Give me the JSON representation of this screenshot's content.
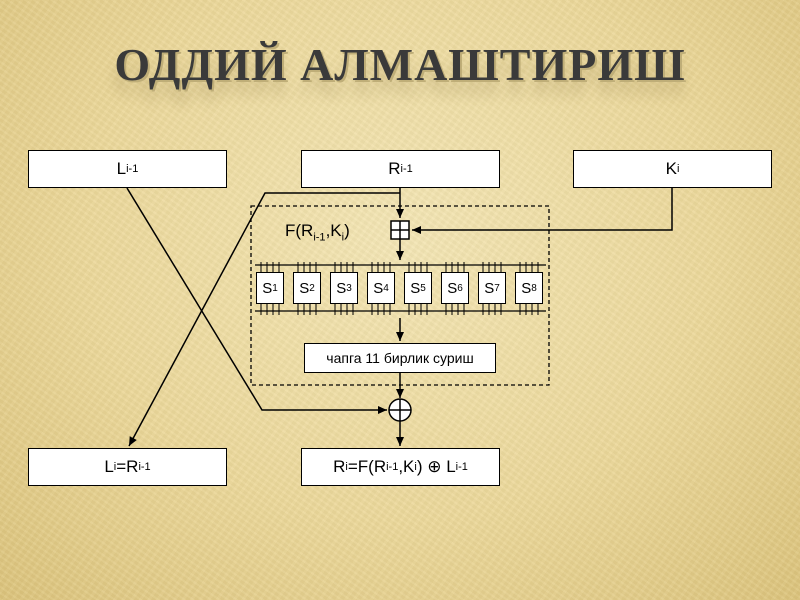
{
  "title": "ОДДИЙ АЛМАШТИРИШ",
  "inputs": {
    "left": {
      "main": "L",
      "sub": "i-1"
    },
    "right": {
      "main": "R",
      "sub": "i-1"
    },
    "key": {
      "main": "K",
      "sub": "i"
    }
  },
  "function_label": {
    "a": "F(R",
    "a_sub": "i-1",
    "b": ",K",
    "b_sub": "i",
    "c": ")"
  },
  "sboxes": [
    {
      "main": "S",
      "sub": "1"
    },
    {
      "main": "S",
      "sub": "2"
    },
    {
      "main": "S",
      "sub": "3"
    },
    {
      "main": "S",
      "sub": "4"
    },
    {
      "main": "S",
      "sub": "5"
    },
    {
      "main": "S",
      "sub": "6"
    },
    {
      "main": "S",
      "sub": "7"
    },
    {
      "main": "S",
      "sub": "8"
    }
  ],
  "shift_label": "чапга 11 бирлик суриш",
  "outputs": {
    "left": {
      "a": "L",
      "a_sub": "i",
      "b": "=R",
      "b_sub": "i-1"
    },
    "right": {
      "a": "R",
      "a_sub": "i",
      "b": "=F(R",
      "b_sub": "i-1",
      "c": ",K",
      "c_sub": "i",
      "d": ") ⊕ L",
      "d_sub": "i-1"
    }
  }
}
